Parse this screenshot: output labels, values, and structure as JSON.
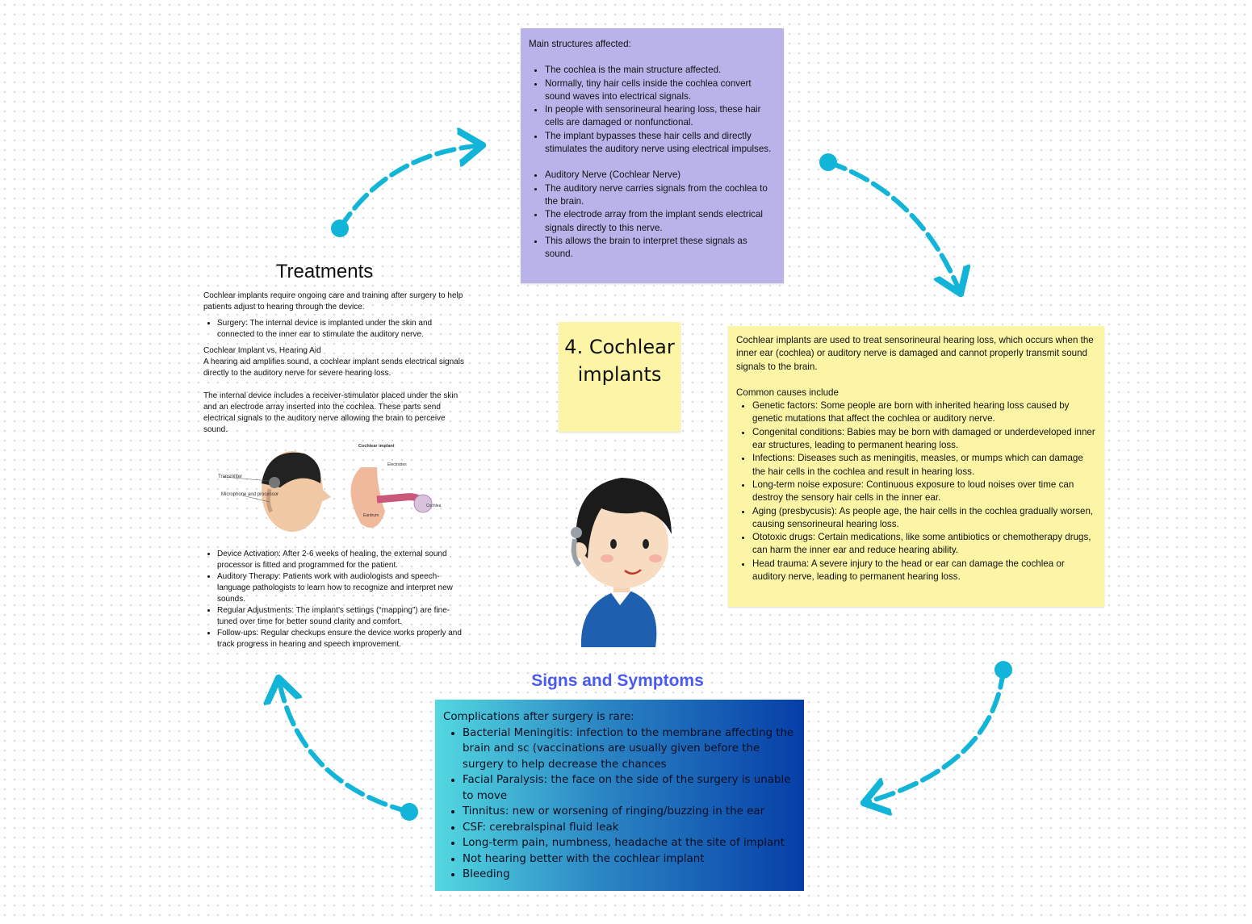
{
  "title_note": {
    "line1": "4. Cochlear",
    "line2": "implants"
  },
  "structures": {
    "heading": "Main structures affected:",
    "group1": [
      "The cochlea is the main structure affected.",
      "Normally, tiny hair cells inside the cochlea convert sound waves into electrical signals.",
      "In people with sensorineural hearing loss, these hair cells are damaged or nonfunctional.",
      "The implant bypasses these hair cells and directly stimulates the auditory nerve using electrical impulses."
    ],
    "group2": [
      "Auditory Nerve (Cochlear Nerve)",
      "The auditory nerve carries signals from the cochlea to the brain.",
      "The electrode array from the implant sends electrical signals directly to this nerve.",
      "This allows the brain to interpret these signals as sound."
    ]
  },
  "causes": {
    "intro": "Cochlear implants are used to treat sensorineural hearing loss, which occurs when the inner ear (cochlea) or auditory nerve is damaged and cannot properly transmit sound signals to the brain.",
    "heading": "Common causes include",
    "items": [
      "Genetic factors: Some people are born with inherited hearing loss caused by genetic mutations that affect the cochlea or auditory nerve.",
      "Congenital conditions: Babies may be born with damaged or underdeveloped inner ear structures, leading to permanent hearing loss.",
      "Infections: Diseases such as meningitis, measles, or mumps which can damage the hair cells in the cochlea and result in hearing loss.",
      "Long-term noise exposure: Continuous exposure to loud noises over time can destroy the sensory hair cells in the inner ear.",
      "Aging (presbycusis): As people age, the hair cells in the cochlea gradually worsen, causing sensorineural hearing loss.",
      "Ototoxic drugs: Certain medications, like some antibiotics or chemotherapy drugs, can harm the inner ear and reduce hearing ability.",
      "Head trauma: A severe injury to the head or ear can damage the cochlea or auditory nerve, leading to permanent hearing loss."
    ]
  },
  "treatments": {
    "title": "Treatments",
    "intro": "Cochlear implants require ongoing care and training after surgery to help patients adjust to hearing through the device.",
    "surgery": "Surgery: The internal device is implanted under the skin and connected to the inner ear to stimulate the auditory nerve.",
    "vs_heading": "Cochlear Implant vs. Hearing Aid",
    "vs_text": "A hearing aid amplifies sound, a cochlear implant sends electrical signals directly to the auditory nerve for severe hearing loss.",
    "internal": "The internal device includes a receiver-stimulator placed under the skin and an electrode array inserted into the cochlea. These parts send electrical signals to the auditory nerve allowing the brain to perceive sound.",
    "image_labels": {
      "transmitter": "Transmitter",
      "mic": "Microphone and processor",
      "title": "Cochlear implant",
      "electrodes": "Electrodes",
      "eardrum": "Eardrum",
      "cochlea": "Cochlea"
    },
    "items": [
      "Device Activation: After 2-6 weeks of healing, the external sound processor is fitted and programmed for the patient.",
      "Auditory Therapy: Patients work with audiologists and speech-language pathologists to learn how to recognize and interpret new sounds.",
      "Regular Adjustments: The implant’s settings (“mapping”) are fine-tuned over time for better sound clarity and comfort.",
      "Follow-ups: Regular checkups ensure the device works properly and track progress in hearing and speech improvement."
    ]
  },
  "symptoms": {
    "title": "Signs and Symptoms",
    "intro": "Complications after surgery is rare:",
    "items": [
      "Bacterial Meningitis: infection to the membrane affecting the brain and sc (vaccinations are usually given before the surgery to help decrease the chances",
      "Facial Paralysis: the face on the side of the surgery is unable to move",
      "Tinnitus: new or worsening of ringing/buzzing in the ear",
      "CSF: cerebralspinal fluid leak",
      "Long-term pain, numbness, headache at the site of implant",
      "Not hearing better with the cochlear implant",
      "Bleeding"
    ]
  },
  "colors": {
    "arrow": "#12b5d8",
    "purple": "#b9b3ea",
    "yellow": "#fdf5a6",
    "title_blue": "#4a5af0"
  }
}
